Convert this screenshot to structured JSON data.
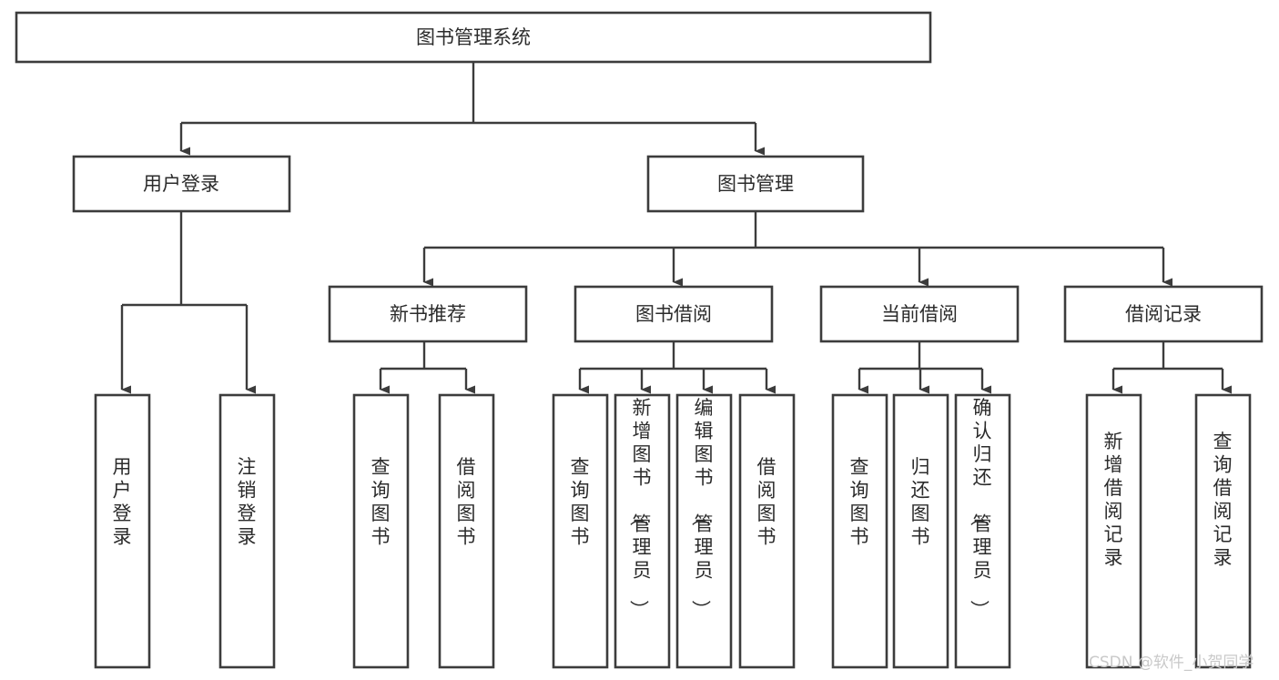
{
  "diagram": {
    "title": "图书管理系统",
    "watermark": "CSDN @软件_小贺同学",
    "colors": {
      "stroke": "#3c3c3c",
      "fill": "#ffffff",
      "text": "#2b2b2b",
      "watermark": "#c9c9c9",
      "background": "#ffffff"
    },
    "root": {
      "label": "图书管理系统"
    },
    "level2": [
      {
        "label": "用户登录"
      },
      {
        "label": "图书管理"
      }
    ],
    "level3": [
      {
        "label": "新书推荐"
      },
      {
        "label": "图书借阅"
      },
      {
        "label": "当前借阅"
      },
      {
        "label": "借阅记录"
      }
    ],
    "leaves": {
      "user_login": [
        {
          "label": "用户登录"
        },
        {
          "label": "注销登录"
        }
      ],
      "new_book_recommend": [
        {
          "label": "查询图书"
        },
        {
          "label": "借阅图书"
        }
      ],
      "book_borrow": [
        {
          "label": "查询图书"
        },
        {
          "label": "新增图书（管理员）"
        },
        {
          "label": "编辑图书（管理员）"
        },
        {
          "label": "借阅图书"
        }
      ],
      "current_borrow": [
        {
          "label": "查询图书"
        },
        {
          "label": "归还图书"
        },
        {
          "label": "确认归还（管理员）"
        }
      ],
      "borrow_records": [
        {
          "label": "新增借阅记录"
        },
        {
          "label": "查询借阅记录"
        }
      ]
    }
  }
}
